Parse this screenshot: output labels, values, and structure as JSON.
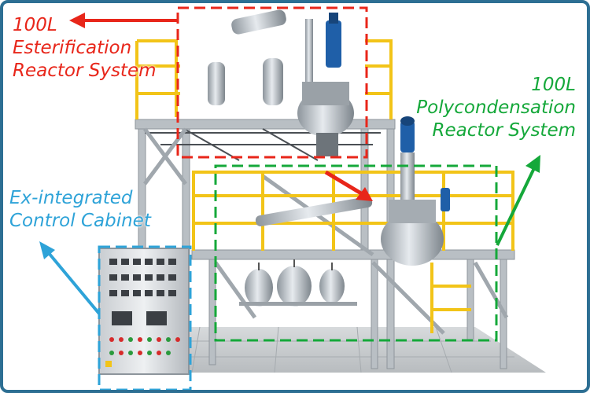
{
  "labels": {
    "esterification": {
      "line1": "100L",
      "line2": "Esterification",
      "line3": "Reactor System",
      "color": "#e8261a"
    },
    "polycondensation": {
      "line1": "100L",
      "line2": "Polycondensation",
      "line3": "Reactor System",
      "color": "#15a83a"
    },
    "control_cabinet": {
      "line1": "Ex-integrated",
      "line2": "Control Cabinet",
      "color": "#2ea3d8"
    }
  },
  "colors": {
    "frame_border": "#2d6f93",
    "steel": "#b9bfc4",
    "railing": "#f2c418",
    "motor_blue": "#1f5fa8"
  }
}
